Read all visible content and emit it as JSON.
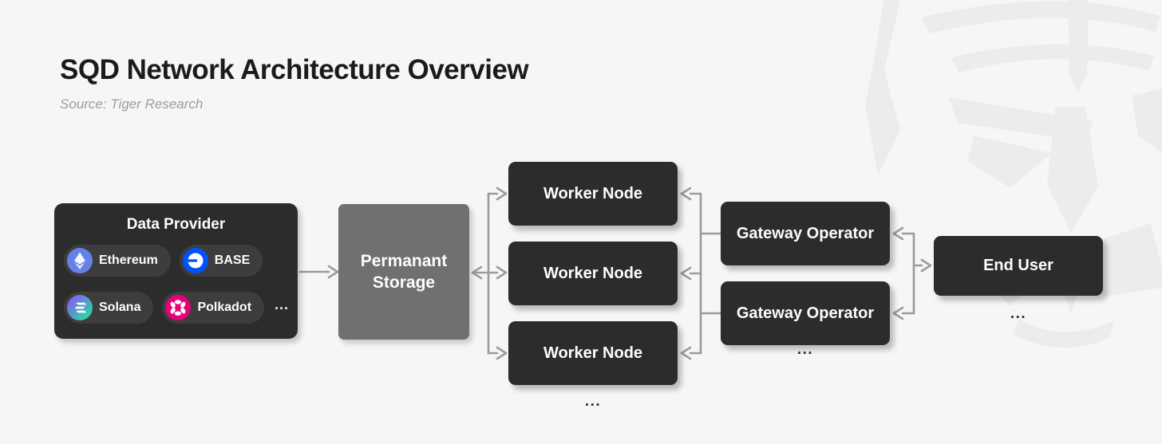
{
  "header": {
    "title": "SQD Network Architecture Overview",
    "source": "Source: Tiger Research"
  },
  "diagram": {
    "data_provider": {
      "title": "Data Provider",
      "chains": [
        {
          "name": "Ethereum",
          "icon": "ethereum-icon",
          "color": "#6481e8"
        },
        {
          "name": "BASE",
          "icon": "base-icon",
          "color": "#0052ff"
        },
        {
          "name": "Solana",
          "icon": "solana-icon",
          "color_from": "#9945ff",
          "color_to": "#14f195"
        },
        {
          "name": "Polkadot",
          "icon": "polkadot-icon",
          "color": "#e6007a"
        }
      ],
      "more": "..."
    },
    "storage": {
      "label_line1": "Permanant",
      "label_line2": "Storage"
    },
    "workers": {
      "label": "Worker Node",
      "visible_count": 3,
      "more": "..."
    },
    "gateways": {
      "label": "Gateway Operator",
      "visible_count": 2,
      "more": "..."
    },
    "end_user": {
      "label": "End User",
      "more": "..."
    },
    "colors": {
      "background": "#f6f6f5",
      "node_dark": "#2d2c2c",
      "storage_gray": "#717070",
      "pill_gray": "#3e3d3d",
      "line_gray": "#9b9b9b",
      "title_text": "#1b1b1b",
      "subtitle_text": "#9c9c9c",
      "watermark": "#ececeb"
    }
  }
}
